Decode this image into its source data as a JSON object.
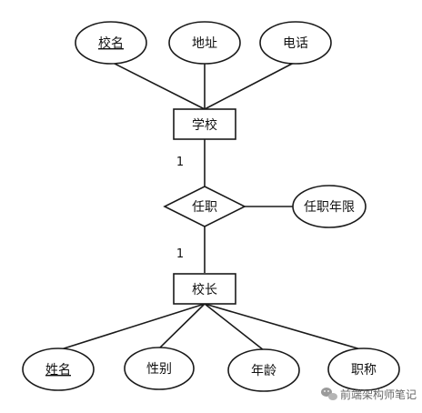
{
  "entities": {
    "school": "学校",
    "principal": "校长"
  },
  "relationship": {
    "label": "任职",
    "attribute": "任职年限",
    "cardinality_top": "1",
    "cardinality_bottom": "1"
  },
  "school_attributes": [
    {
      "label": "校名",
      "key": true
    },
    {
      "label": "地址",
      "key": false
    },
    {
      "label": "电话",
      "key": false
    }
  ],
  "principal_attributes": [
    {
      "label": "姓名",
      "key": true
    },
    {
      "label": "性别",
      "key": false
    },
    {
      "label": "年龄",
      "key": false
    },
    {
      "label": "职称",
      "key": false
    }
  ],
  "watermark": {
    "text": "前端架构师笔记",
    "icon": "wechat-icon"
  }
}
